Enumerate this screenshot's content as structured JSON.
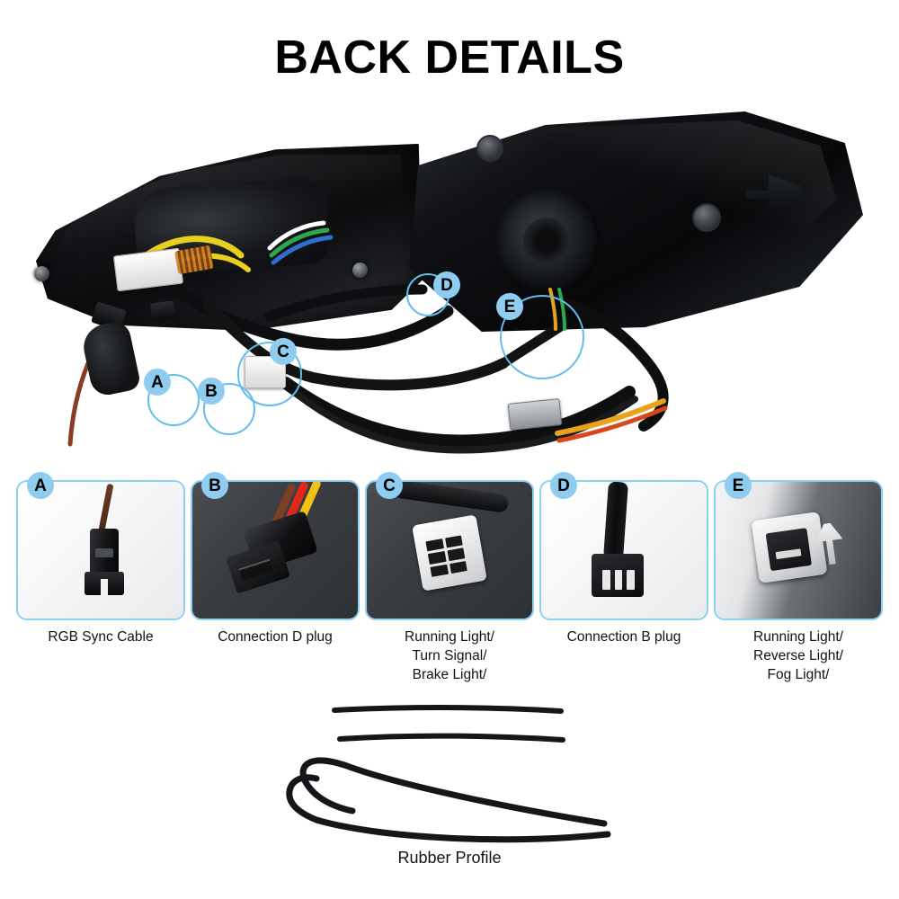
{
  "header": {
    "title": "BACK DETAILS"
  },
  "theme": {
    "accent_border": "#8dd0ef",
    "badge_fill": "#8ecdf0",
    "callout_stroke": "#62bdea",
    "text": "#121212",
    "background": "#ffffff"
  },
  "hero": {
    "description": "Pair of vehicle tail lights shown from the back with wiring harness",
    "callouts": [
      {
        "id": "A",
        "label": "A"
      },
      {
        "id": "B",
        "label": "B"
      },
      {
        "id": "C",
        "label": "C"
      },
      {
        "id": "D",
        "label": "D"
      },
      {
        "id": "E",
        "label": "E"
      }
    ]
  },
  "cards": [
    {
      "badge": "A",
      "caption": "RGB Sync Cable",
      "photo": "black-two-pin-connector-with-brown-wire"
    },
    {
      "badge": "B",
      "caption": "Connection D plug",
      "photo": "black-three-pin-connector-red-yellow-brown-wires"
    },
    {
      "badge": "C",
      "caption": "Running Light/\nTurn Signal/\nBrake Light/",
      "photo": "white-multi-pin-connector-on-black-cable"
    },
    {
      "badge": "D",
      "caption": "Connection B plug",
      "photo": "black-three-pin-connector-with-sleeved-cable"
    },
    {
      "badge": "E",
      "caption": "Running Light/\nReverse Light/\nFog Light/",
      "photo": "white-housing-connector-with-clip"
    }
  ],
  "rubber_section": {
    "label": "Rubber Profile",
    "pieces": [
      "straight-strip-top",
      "straight-strip-middle",
      "long-u-shaped-strip",
      "short-curved-strip"
    ]
  }
}
